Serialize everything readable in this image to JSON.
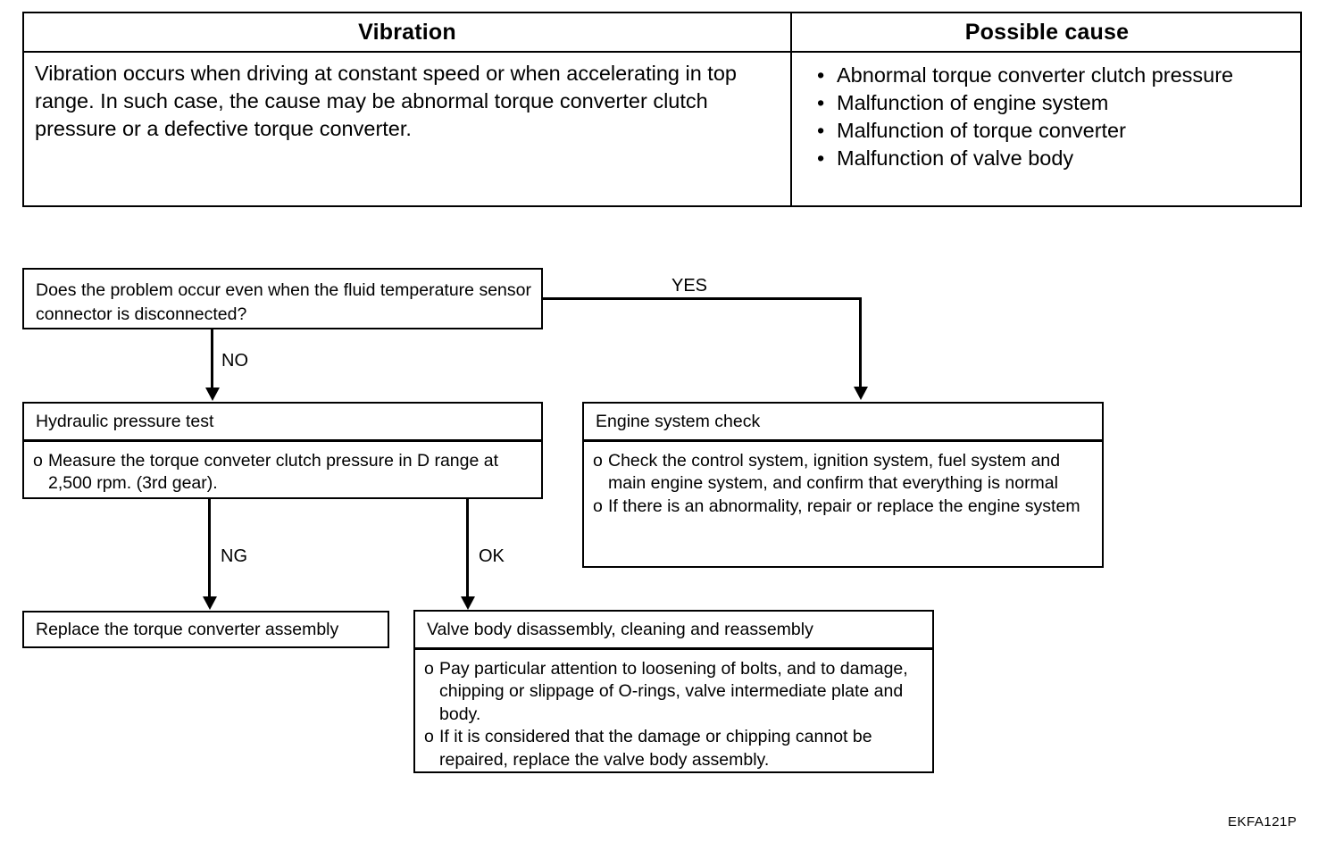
{
  "figure": {
    "code": "EKFA121P"
  },
  "symptom_table": {
    "columns": [
      {
        "header": "Vibration"
      },
      {
        "header": "Possible cause"
      }
    ],
    "description": "Vibration occurs when driving at constant speed or when accelerating in top range.  In such case, the cause may be abnormal torque converter clutch pressure or a defective torque converter.",
    "causes": [
      "Abnormal torque converter clutch pressure",
      "Malfunction of engine system",
      "Malfunction of torque converter",
      "Malfunction of valve body"
    ],
    "bullet_glyph": "•"
  },
  "flowchart": {
    "decision": {
      "question": "Does the problem occur even when the fluid temperature sensor connector is disconnected?"
    },
    "hydraulic_test": {
      "title": "Hydraulic pressure test",
      "items": [
        "Measure the torque conveter clutch pressure in D range at 2,500 rpm. (3rd gear)."
      ]
    },
    "engine_check": {
      "title": "Engine system check",
      "items": [
        "Check the control system, ignition system, fuel system and main engine system, and confirm that everything is normal",
        "If there is an abnormality, repair or replace the engine system"
      ]
    },
    "replace_converter": {
      "title": "Replace the torque converter assembly"
    },
    "valve_body": {
      "title": "Valve body disassembly, cleaning and reassembly",
      "items": [
        "Pay particular attention to loosening of bolts, and to damage, chipping or slippage of O-rings, valve intermediate plate and body.",
        "If it is considered that the damage or chipping cannot be repaired, replace the valve body assembly."
      ]
    },
    "edge_labels": {
      "yes": "YES",
      "no": "NO",
      "ng": "NG",
      "ok": "OK"
    },
    "item_bullet_glyph": "o"
  },
  "colors": {
    "ink": "#000000",
    "paper": "#ffffff"
  }
}
